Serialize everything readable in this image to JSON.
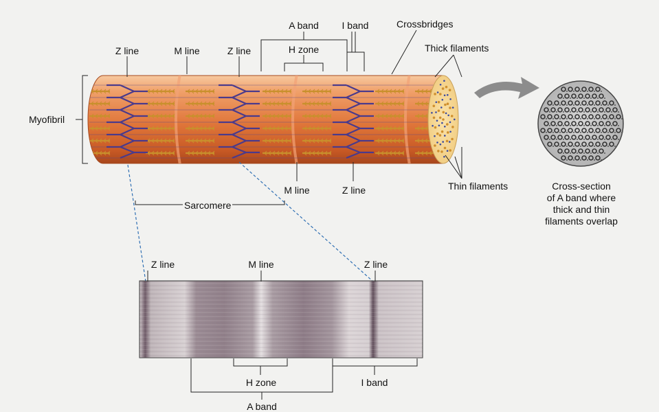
{
  "labels": {
    "a_band_top": "A band",
    "i_band_top": "I band",
    "crossbridges": "Crossbridges",
    "h_zone_top": "H zone",
    "z_line_top_left": "Z line",
    "m_line_top": "M line",
    "z_line_top_mid": "Z line",
    "thick_filaments": "Thick filaments",
    "myofibril": "Myofibril",
    "m_line_bottom": "M line",
    "z_line_bottom": "Z line",
    "thin_filaments": "Thin filaments",
    "sarcomere": "Sarcomere",
    "micro_z_line_left": "Z line",
    "micro_m_line": "M line",
    "micro_z_line_right": "Z line",
    "micro_h_zone": "H zone",
    "micro_i_band": "I band",
    "micro_a_band": "A band"
  },
  "cross_section_caption": [
    "Cross-section",
    "of A band where",
    "thick and thin",
    "filaments overlap"
  ],
  "colors": {
    "myofibril_orange": "#e07a3c",
    "z_line_purple": "#4a3a8c",
    "crossbridge_gold": "#c8902c",
    "micrograph_dark": "#6e5c68",
    "micrograph_light": "#d7d0d2",
    "dashed_guide": "#2f6fb3"
  }
}
